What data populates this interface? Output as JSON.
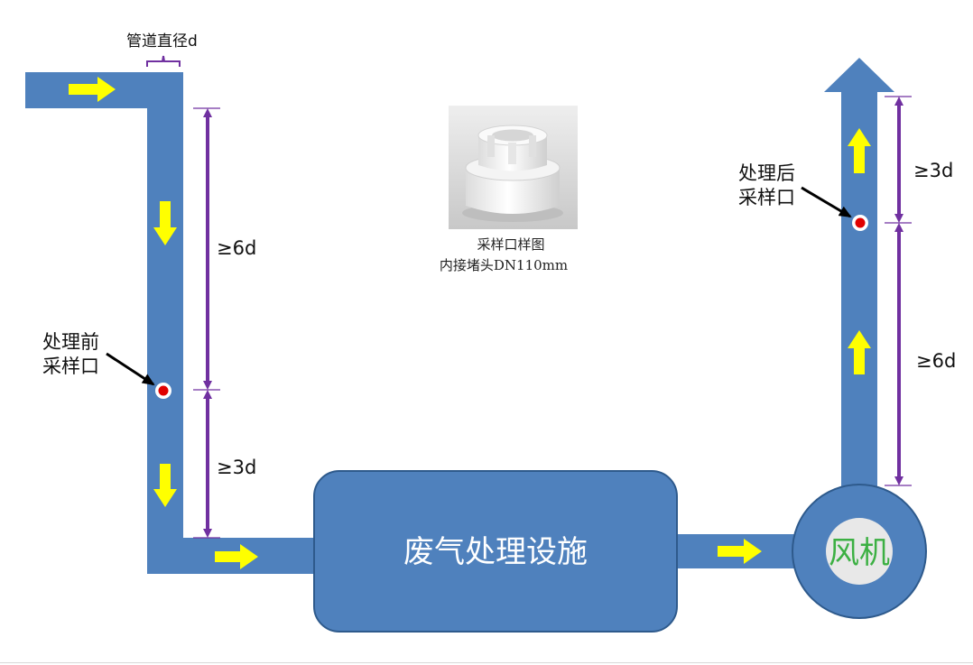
{
  "labels": {
    "pipe_diameter": "管道直径d",
    "before_sampling_line1": "处理前",
    "before_sampling_line2": "采样口",
    "after_sampling_line1": "处理后",
    "after_sampling_line2": "采样口",
    "dim_left_upper": "≥6d",
    "dim_left_lower": "≥3d",
    "dim_right_upper": "≥3d",
    "dim_right_lower": "≥6d",
    "sample_caption_line1": "采样口样图",
    "sample_caption_line2": "内接堵头DN110mm",
    "treatment_facility": "废气处理设施",
    "fan": "风机"
  },
  "colors": {
    "pipe": "#4f81bd",
    "pipe_border": "#2e5a8c",
    "arrow": "#ffff00",
    "dimension": "#7030a0",
    "sampling_dot": "#e00000",
    "fan_label": "#3cb043",
    "facility_text": "#ffffff"
  }
}
